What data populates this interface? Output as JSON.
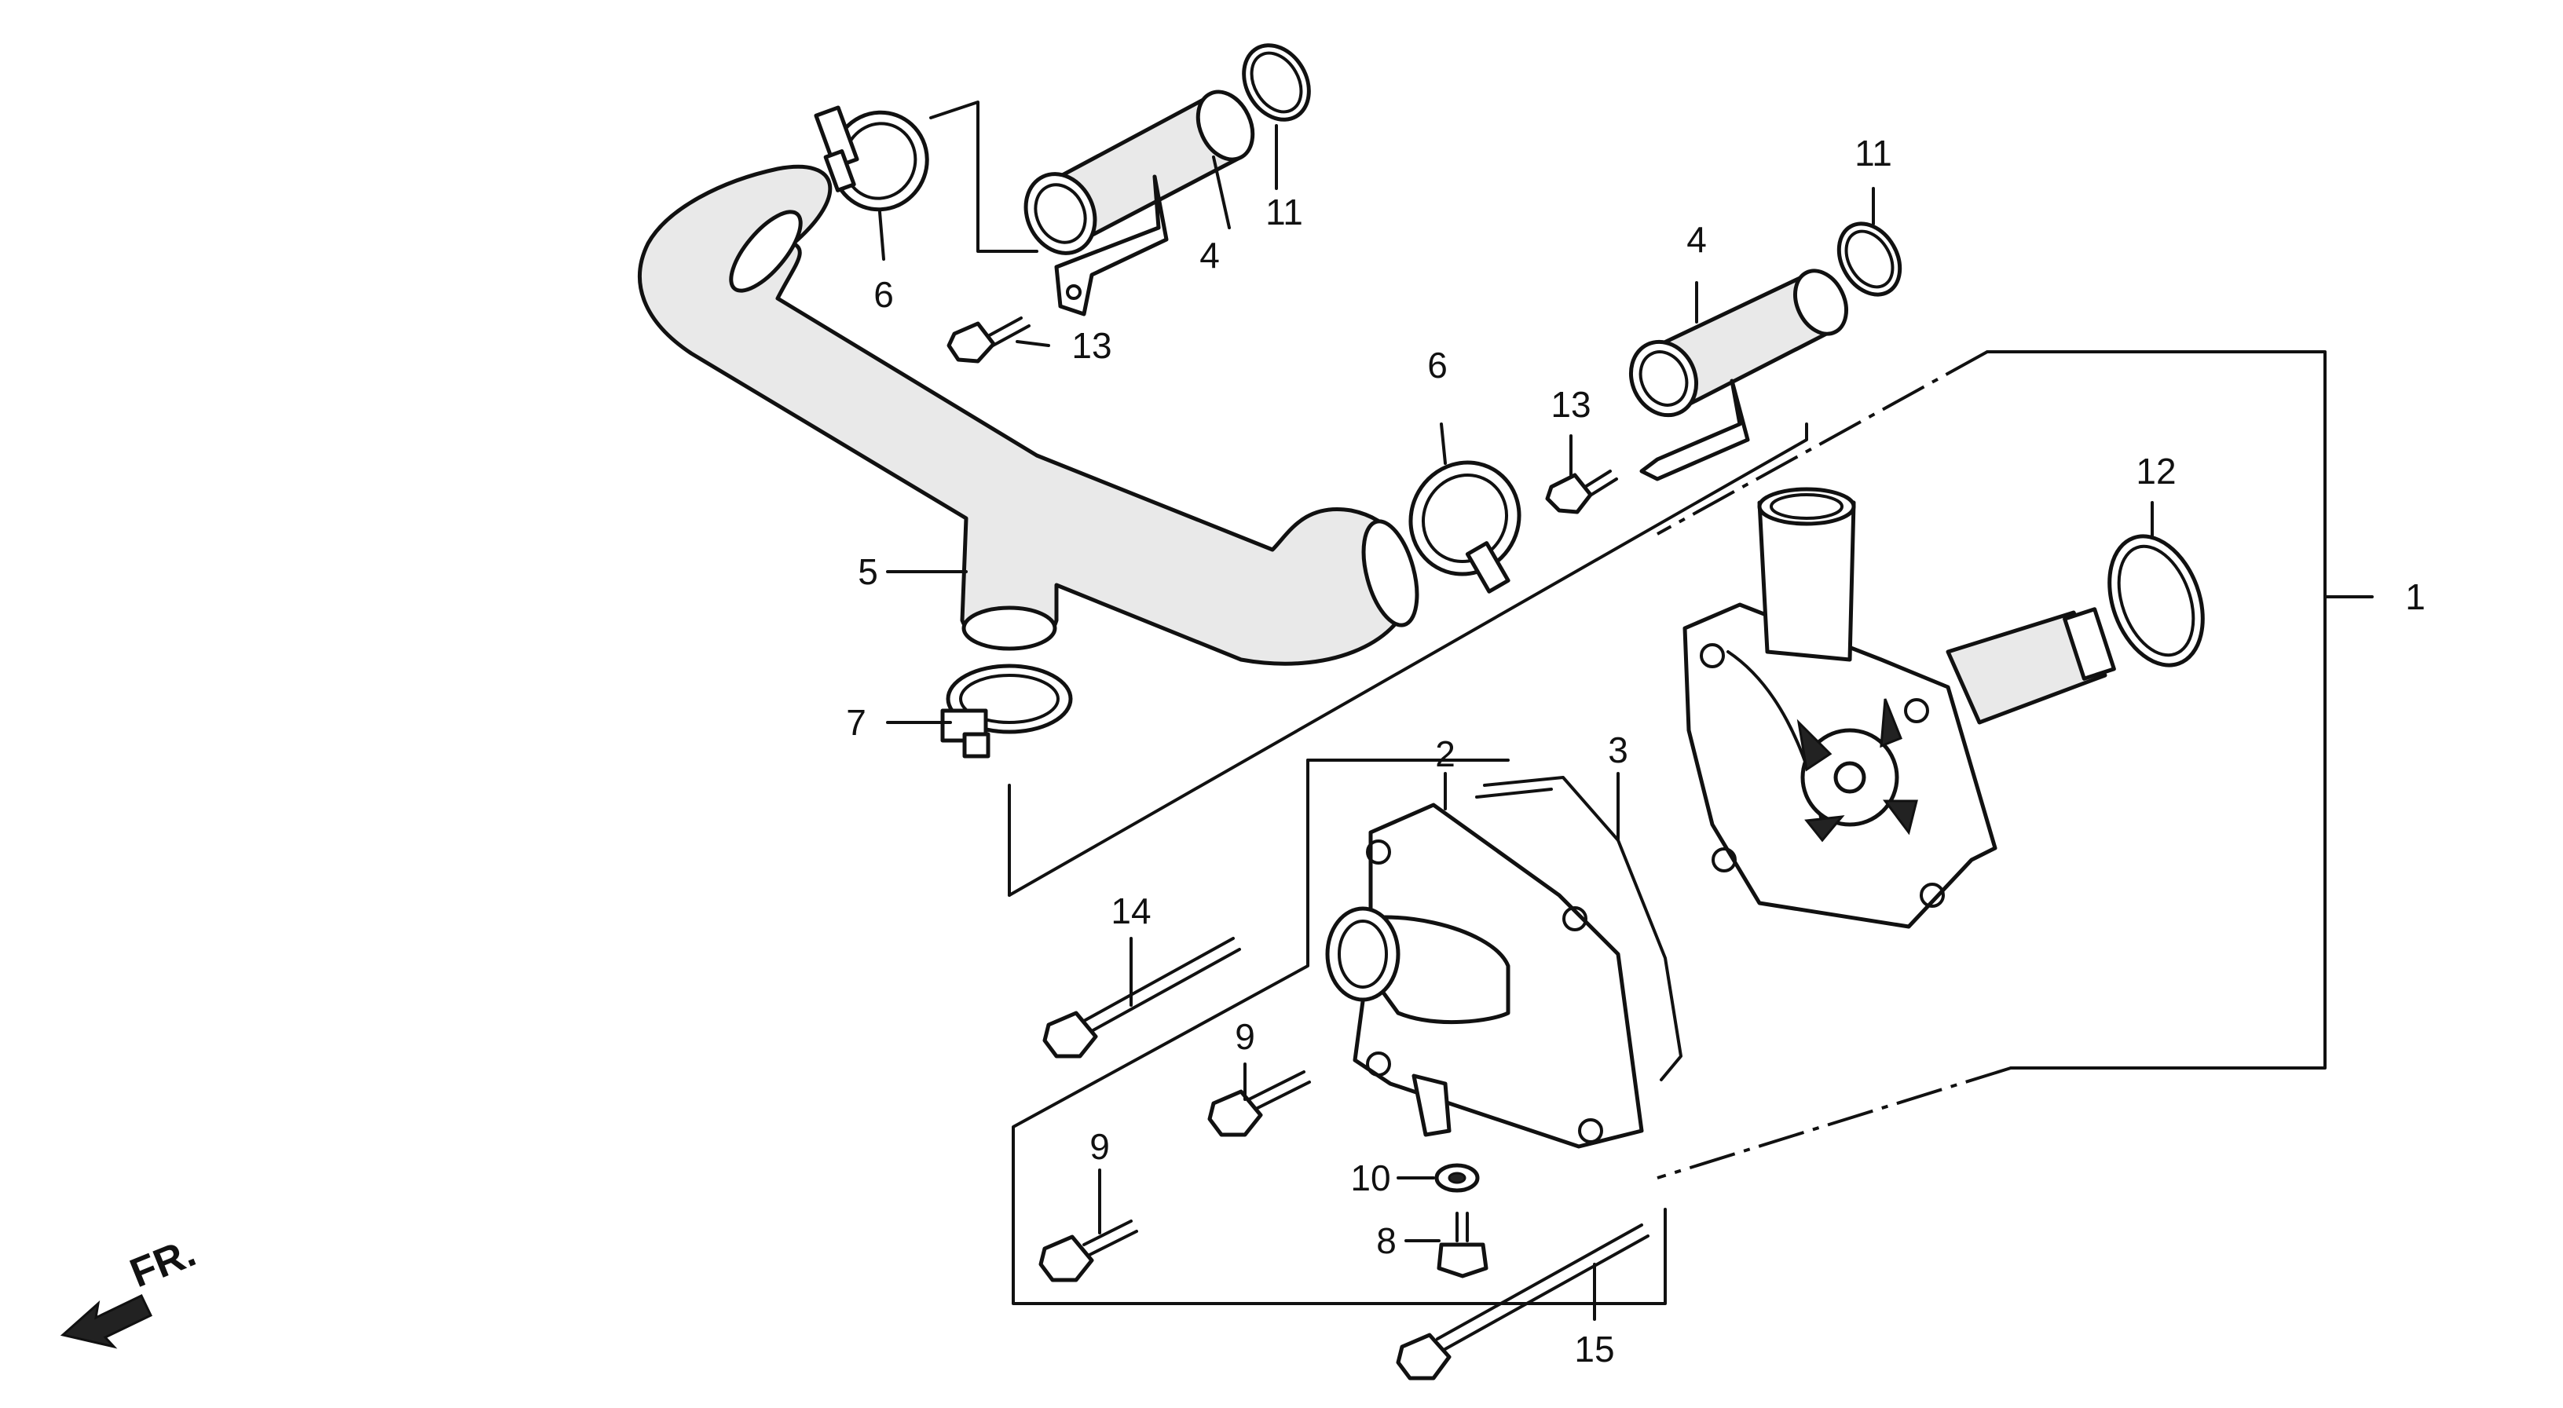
{
  "callouts": [
    {
      "id": "p1",
      "text": "1"
    },
    {
      "id": "p2",
      "text": "2"
    },
    {
      "id": "p3",
      "text": "3"
    },
    {
      "id": "p4a",
      "text": "4"
    },
    {
      "id": "p4b",
      "text": "4"
    },
    {
      "id": "p5",
      "text": "5"
    },
    {
      "id": "p6a",
      "text": "6"
    },
    {
      "id": "p6b",
      "text": "6"
    },
    {
      "id": "p7",
      "text": "7"
    },
    {
      "id": "p8",
      "text": "8"
    },
    {
      "id": "p9a",
      "text": "9"
    },
    {
      "id": "p9b",
      "text": "9"
    },
    {
      "id": "p10",
      "text": "10"
    },
    {
      "id": "p11a",
      "text": "11"
    },
    {
      "id": "p11b",
      "text": "11"
    },
    {
      "id": "p12",
      "text": "12"
    },
    {
      "id": "p13a",
      "text": "13"
    },
    {
      "id": "p13b",
      "text": "13"
    },
    {
      "id": "p14",
      "text": "14"
    },
    {
      "id": "p15",
      "text": "15"
    }
  ],
  "direction_indicator": {
    "text": "FR.",
    "icon": "front-direction-arrow-icon"
  }
}
